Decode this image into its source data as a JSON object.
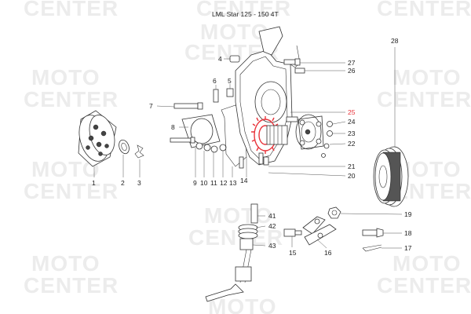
{
  "title": "LML Star 125 - 150 4T",
  "watermark": {
    "line1": "MOTO",
    "line2": "CENTER"
  },
  "highlight_color": "#e8333a",
  "callouts": [
    {
      "id": "1",
      "label": "1"
    },
    {
      "id": "2",
      "label": "2"
    },
    {
      "id": "3",
      "label": "3"
    },
    {
      "id": "4",
      "label": "4"
    },
    {
      "id": "5",
      "label": "5"
    },
    {
      "id": "6",
      "label": "6"
    },
    {
      "id": "7",
      "label": "7"
    },
    {
      "id": "8",
      "label": "8"
    },
    {
      "id": "9",
      "label": "9"
    },
    {
      "id": "10",
      "label": "10"
    },
    {
      "id": "11",
      "label": "11"
    },
    {
      "id": "12",
      "label": "12"
    },
    {
      "id": "13",
      "label": "13"
    },
    {
      "id": "14",
      "label": "14"
    },
    {
      "id": "15",
      "label": "15"
    },
    {
      "id": "16",
      "label": "16"
    },
    {
      "id": "17",
      "label": "17"
    },
    {
      "id": "18",
      "label": "18"
    },
    {
      "id": "19",
      "label": "19"
    },
    {
      "id": "20",
      "label": "20"
    },
    {
      "id": "21",
      "label": "21"
    },
    {
      "id": "22",
      "label": "22"
    },
    {
      "id": "23",
      "label": "23"
    },
    {
      "id": "24",
      "label": "24"
    },
    {
      "id": "25",
      "label": "25",
      "highlighted": true
    },
    {
      "id": "26",
      "label": "26"
    },
    {
      "id": "27",
      "label": "27"
    },
    {
      "id": "28",
      "label": "28"
    },
    {
      "id": "41",
      "label": "41"
    },
    {
      "id": "42",
      "label": "42"
    },
    {
      "id": "43",
      "label": "43"
    }
  ]
}
